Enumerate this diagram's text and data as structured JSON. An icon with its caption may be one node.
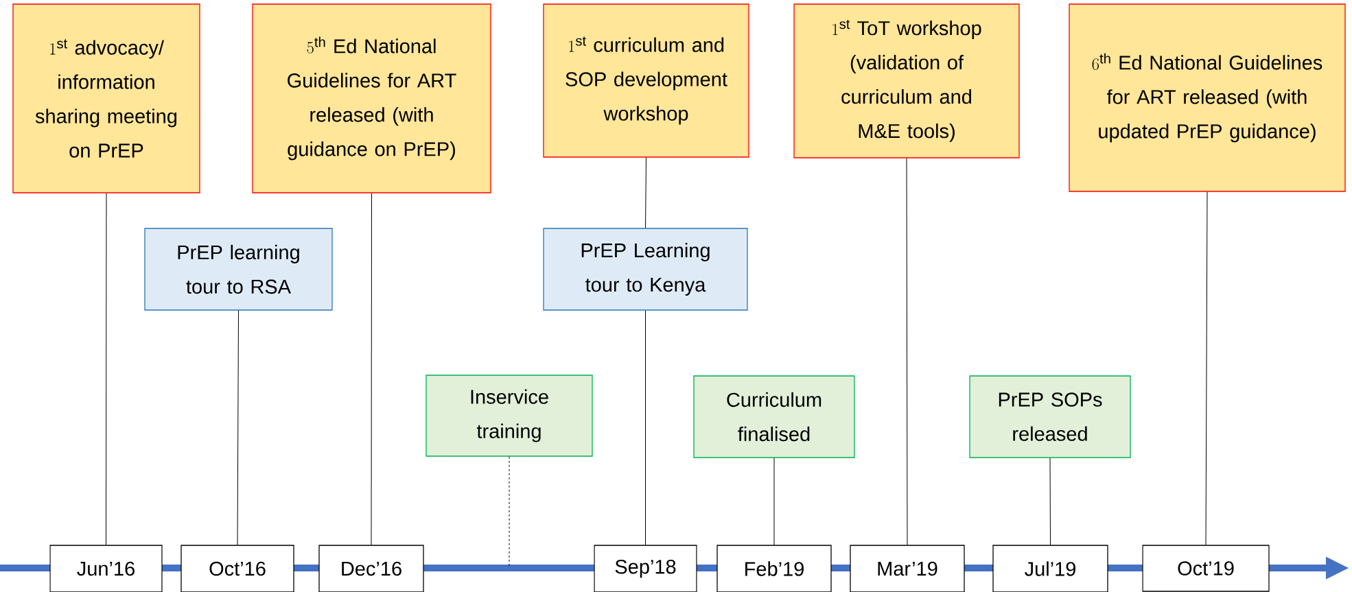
{
  "diagram": {
    "nodes": [
      {
        "text": [
          "1^{\\text{st}}",
          "advocacy/ information sharing meeting on PrEP"
        ]
      },
      {
        "text": [
          "5^{\\text{th}}",
          "Ed National Guidelines for ART released (with guidance on PrEP)"
        ]
      },
      {
        "text": [
          "1^{\\text{st}}",
          "curriculum and SOP development workshop"
        ]
      },
      {
        "text": [
          "1^{\\text{st}}",
          "ToT workshop (validation of curriculum and M&E tools)"
        ]
      },
      {
        "text": [
          "6^{\\text{th}}",
          "Ed National Guidelines for ART released (with updated PrEP guidance)"
        ]
      },
      {
        "text": [
          "PrEP learning tour to RSA"
        ]
      },
      {
        "text": [
          "PrEP Learning tour to Kenya"
        ]
      },
      {
        "text": [
          "Inservice training"
        ]
      },
      {
        "text": [
          "Curriculum finalised"
        ]
      },
      {
        "text": [
          "PrEP SOPs released"
        ]
      },
      {
        "text": [
          "Jun’16"
        ]
      },
      {
        "text": [
          "Oct’16"
        ]
      },
      {
        "text": [
          "Dec’16"
        ]
      },
      {
        "text": [
          "Sep’18"
        ]
      },
      {
        "text": [
          "Feb’19"
        ]
      },
      {
        "text": [
          "Mar’19"
        ]
      },
      {
        "text": [
          "Jul’19"
        ]
      },
      {
        "text": [
          "Oct’19"
        ]
      }
    ],
    "edges": [
      {
        "from": 0,
        "to": 10,
        "arrow": "none"
      },
      {
        "from": 5,
        "to": 11,
        "arrow": "none"
      },
      {
        "from": 1,
        "to": 12,
        "arrow": "none"
      },
      {
        "from": 7,
        "to": null,
        "arrow": "none",
        "style": "dashed"
      },
      {
        "from": 2,
        "to": 6,
        "arrow": "none"
      },
      {
        "from": 6,
        "to": 13,
        "arrow": "none"
      },
      {
        "from": 8,
        "to": 14,
        "arrow": "none"
      },
      {
        "from": 3,
        "to": 15,
        "arrow": "none"
      },
      {
        "from": 9,
        "to": 16,
        "arrow": "none"
      },
      {
        "from": 4,
        "to": 17,
        "arrow": "none"
      }
    ]
  }
}
